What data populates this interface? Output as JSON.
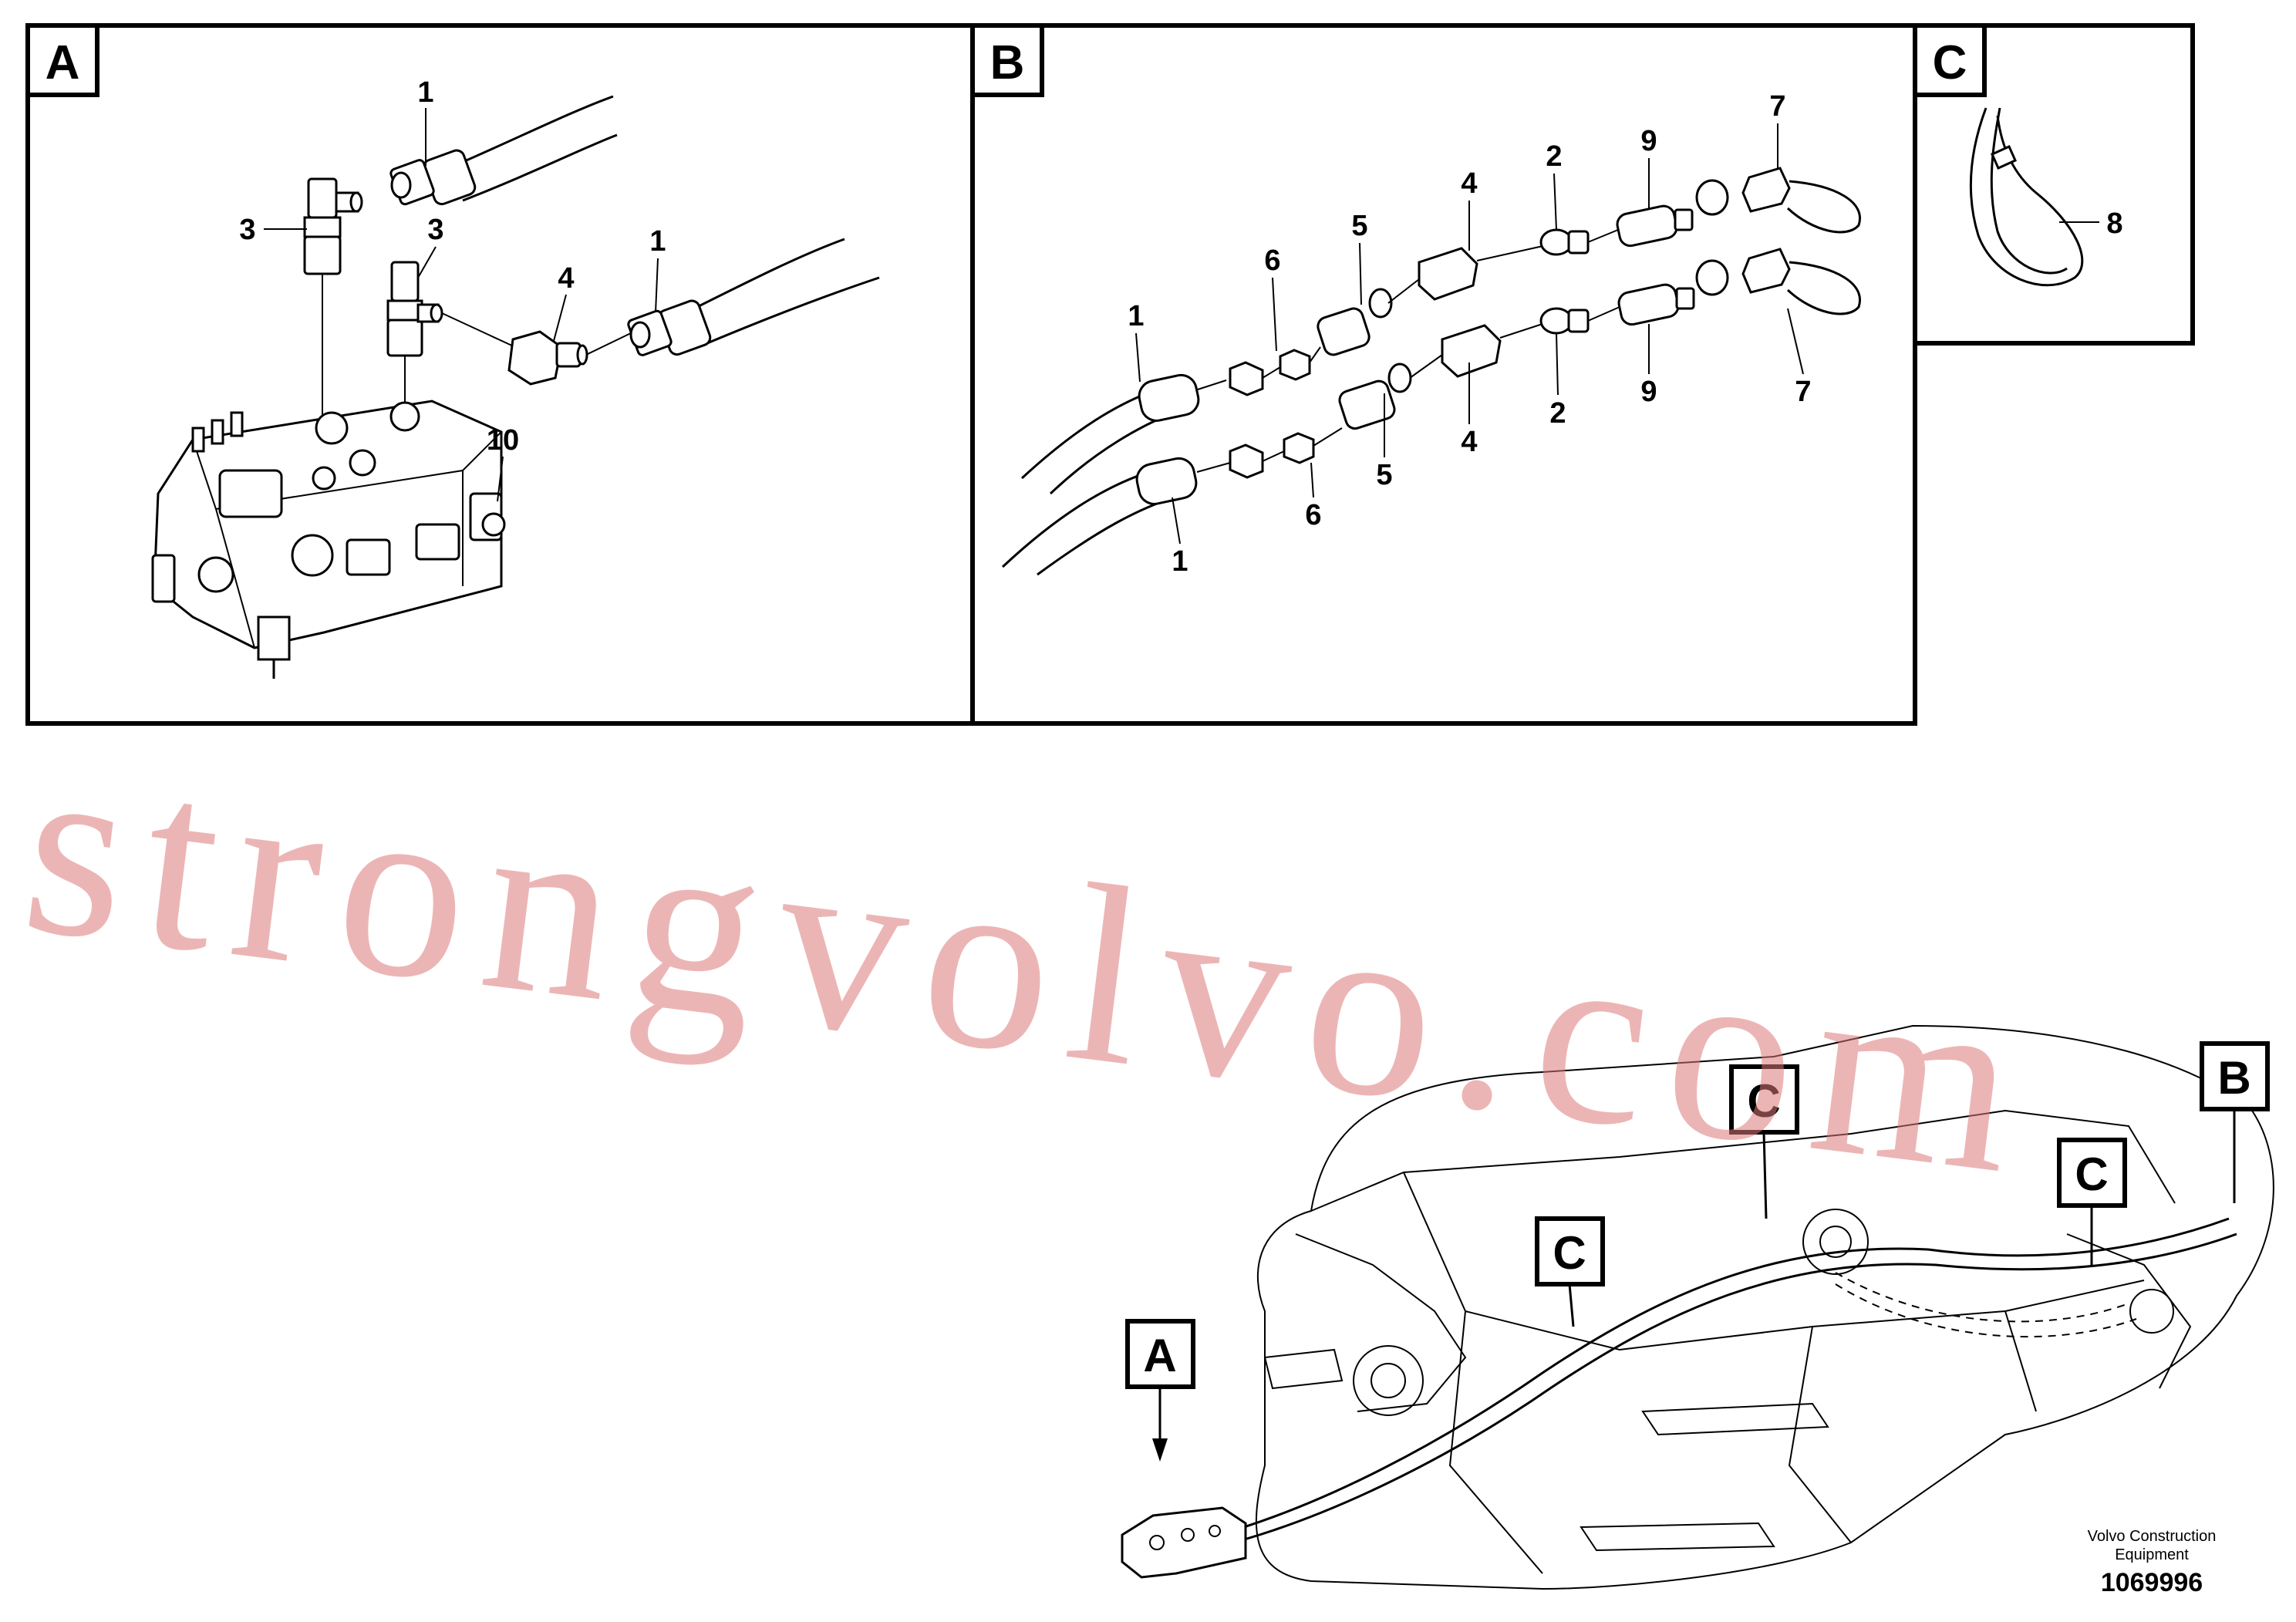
{
  "panels": [
    {
      "id": "A",
      "label": "A"
    },
    {
      "id": "B",
      "label": "B"
    },
    {
      "id": "C",
      "label": "C"
    }
  ],
  "callouts": {
    "panel_a": [
      "1",
      "3",
      "3",
      "4",
      "1",
      "10"
    ],
    "panel_b": [
      "1",
      "6",
      "5",
      "4",
      "2",
      "9",
      "7",
      "7",
      "9",
      "2",
      "4",
      "5",
      "6",
      "1"
    ],
    "panel_c": [
      "8"
    ]
  },
  "overview_flags": [
    "A",
    "C",
    "C",
    "C",
    "B"
  ],
  "watermark": "strongvolvo.com",
  "credit": {
    "line1": "Volvo Construction",
    "line2": "Equipment",
    "drawing_number": "1069996"
  }
}
